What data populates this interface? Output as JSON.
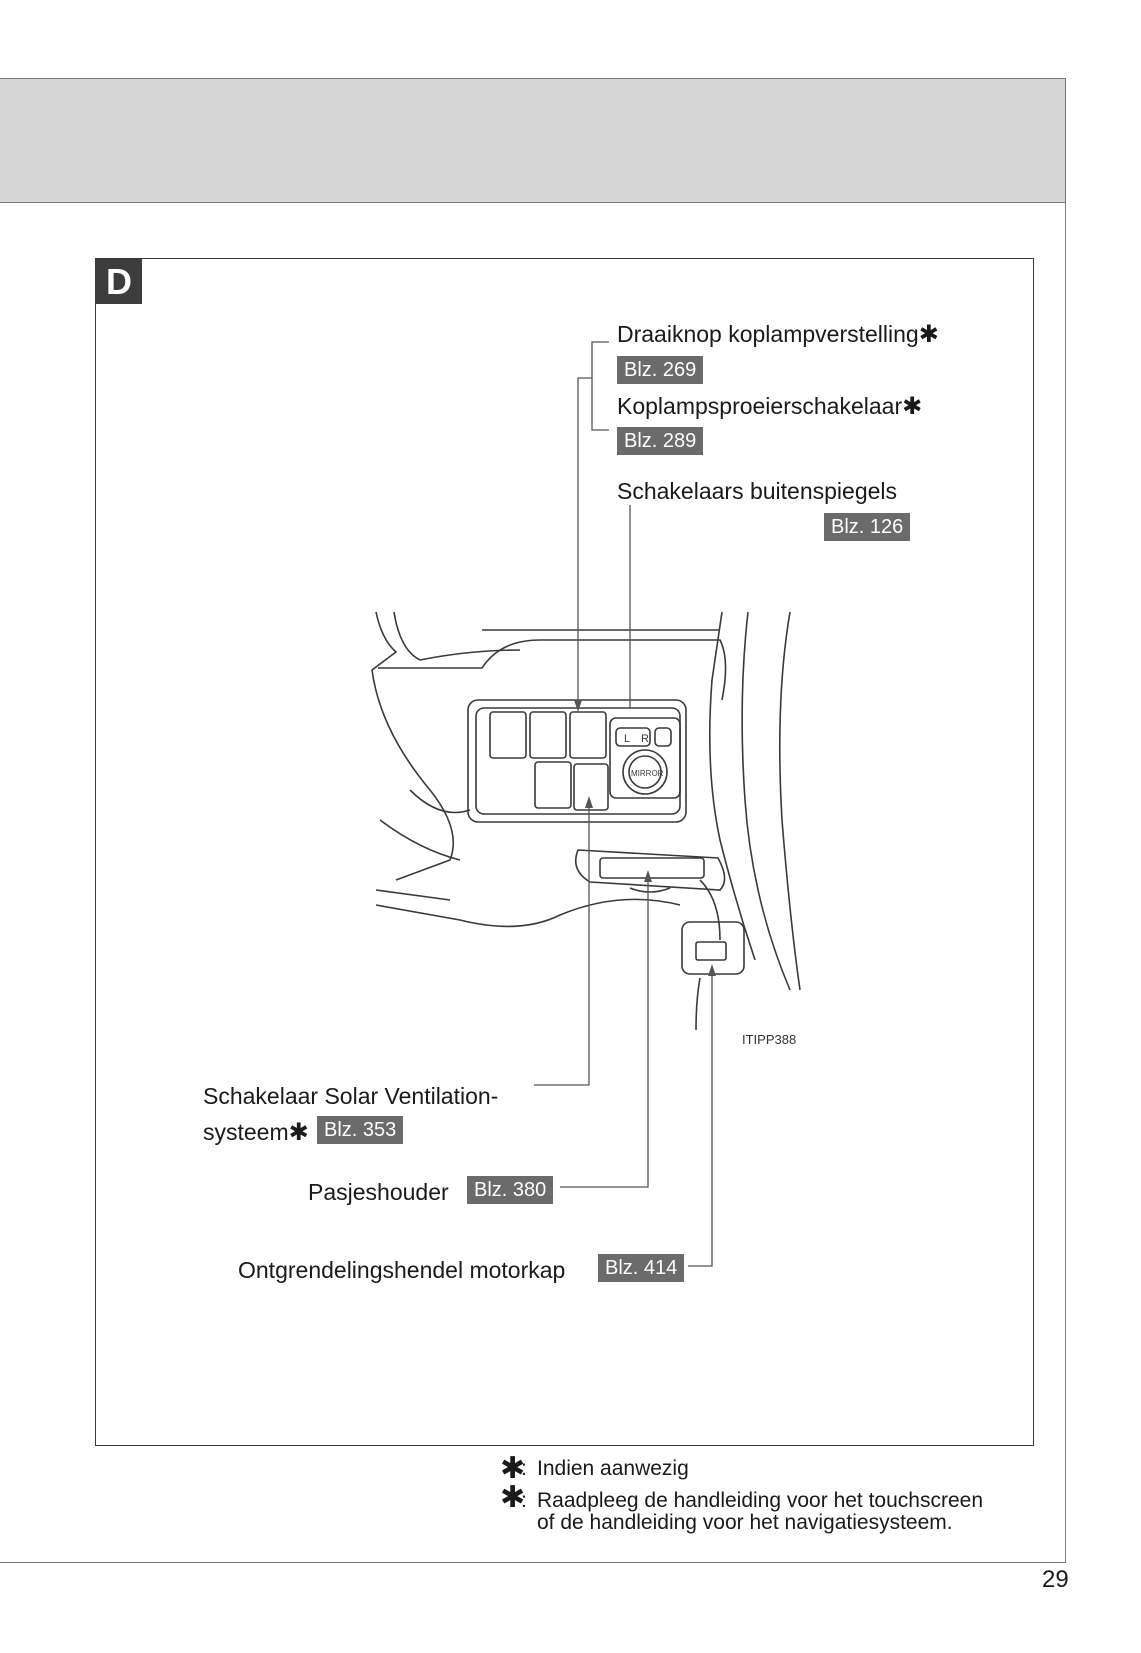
{
  "section": {
    "letter": "D"
  },
  "callouts": {
    "headlight_dial": {
      "label": "Draaiknop koplampverstelling",
      "star": "✱",
      "ref": "Blz. 269"
    },
    "headlight_cleaner": {
      "label": "Koplampsproeierschakelaar",
      "star": "✱",
      "ref": "Blz. 289"
    },
    "mirror_switches": {
      "label": "Schakelaars buitenspiegels",
      "ref": "Blz. 126"
    },
    "solar_vent": {
      "label_line1": "Schakelaar Solar Ventilation-",
      "label_line2": "systeem",
      "star": "✱",
      "ref": "Blz. 353"
    },
    "card_holder": {
      "label": "Pasjeshouder",
      "ref": "Blz. 380"
    },
    "hood_release": {
      "label": "Ontgrendelingshendel motorkap",
      "ref": "Blz. 414"
    }
  },
  "illustration": {
    "code": "ITIPP388",
    "switch_labels": {
      "left": "L",
      "right": "R",
      "mirror": "MIRROR"
    }
  },
  "footnotes": [
    {
      "marker": "✱",
      "text": "Indien aanwezig"
    },
    {
      "marker": "✱",
      "text_line1": "Raadpleeg de handleiding voor het touchscreen",
      "text_line2": "of de handleiding voor het navigatiesysteem."
    }
  ],
  "page_number": "29"
}
